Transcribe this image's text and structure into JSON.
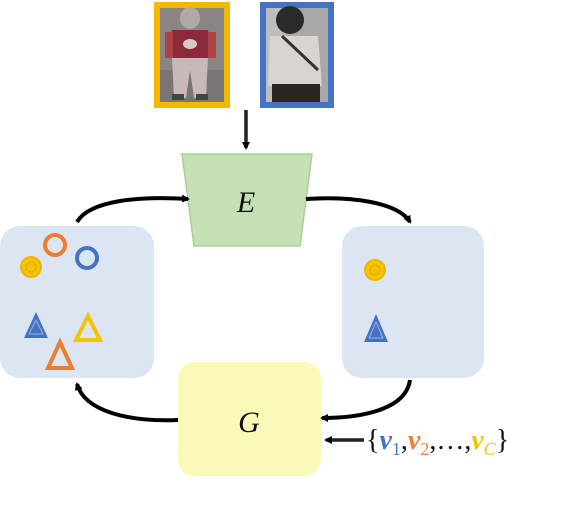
{
  "encoder": {
    "label": "E"
  },
  "generator": {
    "label": "G"
  },
  "prototype_set": {
    "open_brace": "{",
    "close_brace": "}",
    "separator": ",",
    "ellipsis": "…",
    "vector_letter": "v",
    "subscripts": [
      "1",
      "2",
      "C"
    ]
  },
  "colors": {
    "yellow": "#f5c400",
    "blue": "#4472c4",
    "orange": "#ed7d31",
    "panel_bg": "#dce6f2",
    "encoder_fill": "#c5e0b4",
    "generator_fill": "#fafab8",
    "arrow": "#000000"
  },
  "images": [
    {
      "name": "person-image-yellow",
      "frame_color": "#f5b800"
    },
    {
      "name": "person-image-blue",
      "frame_color": "#4472c4"
    }
  ]
}
